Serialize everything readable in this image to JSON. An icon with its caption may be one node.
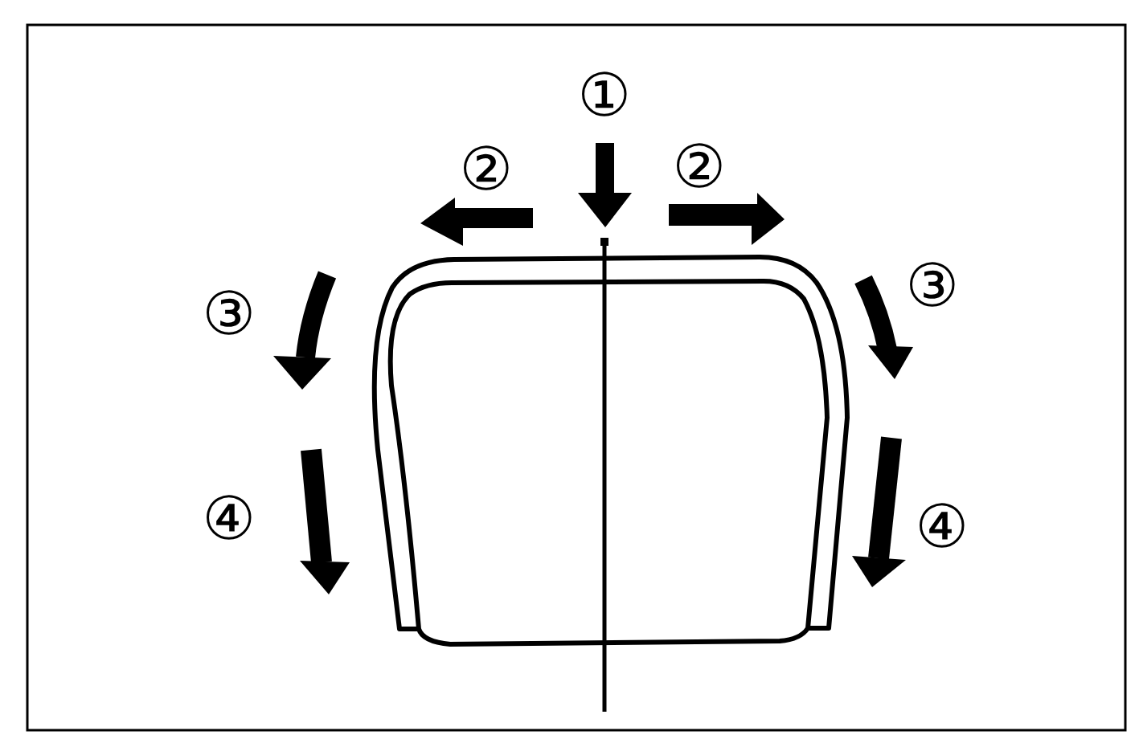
{
  "diagram": {
    "labels": [
      "①",
      "②",
      "②",
      "③",
      "③",
      "④",
      "④"
    ]
  }
}
